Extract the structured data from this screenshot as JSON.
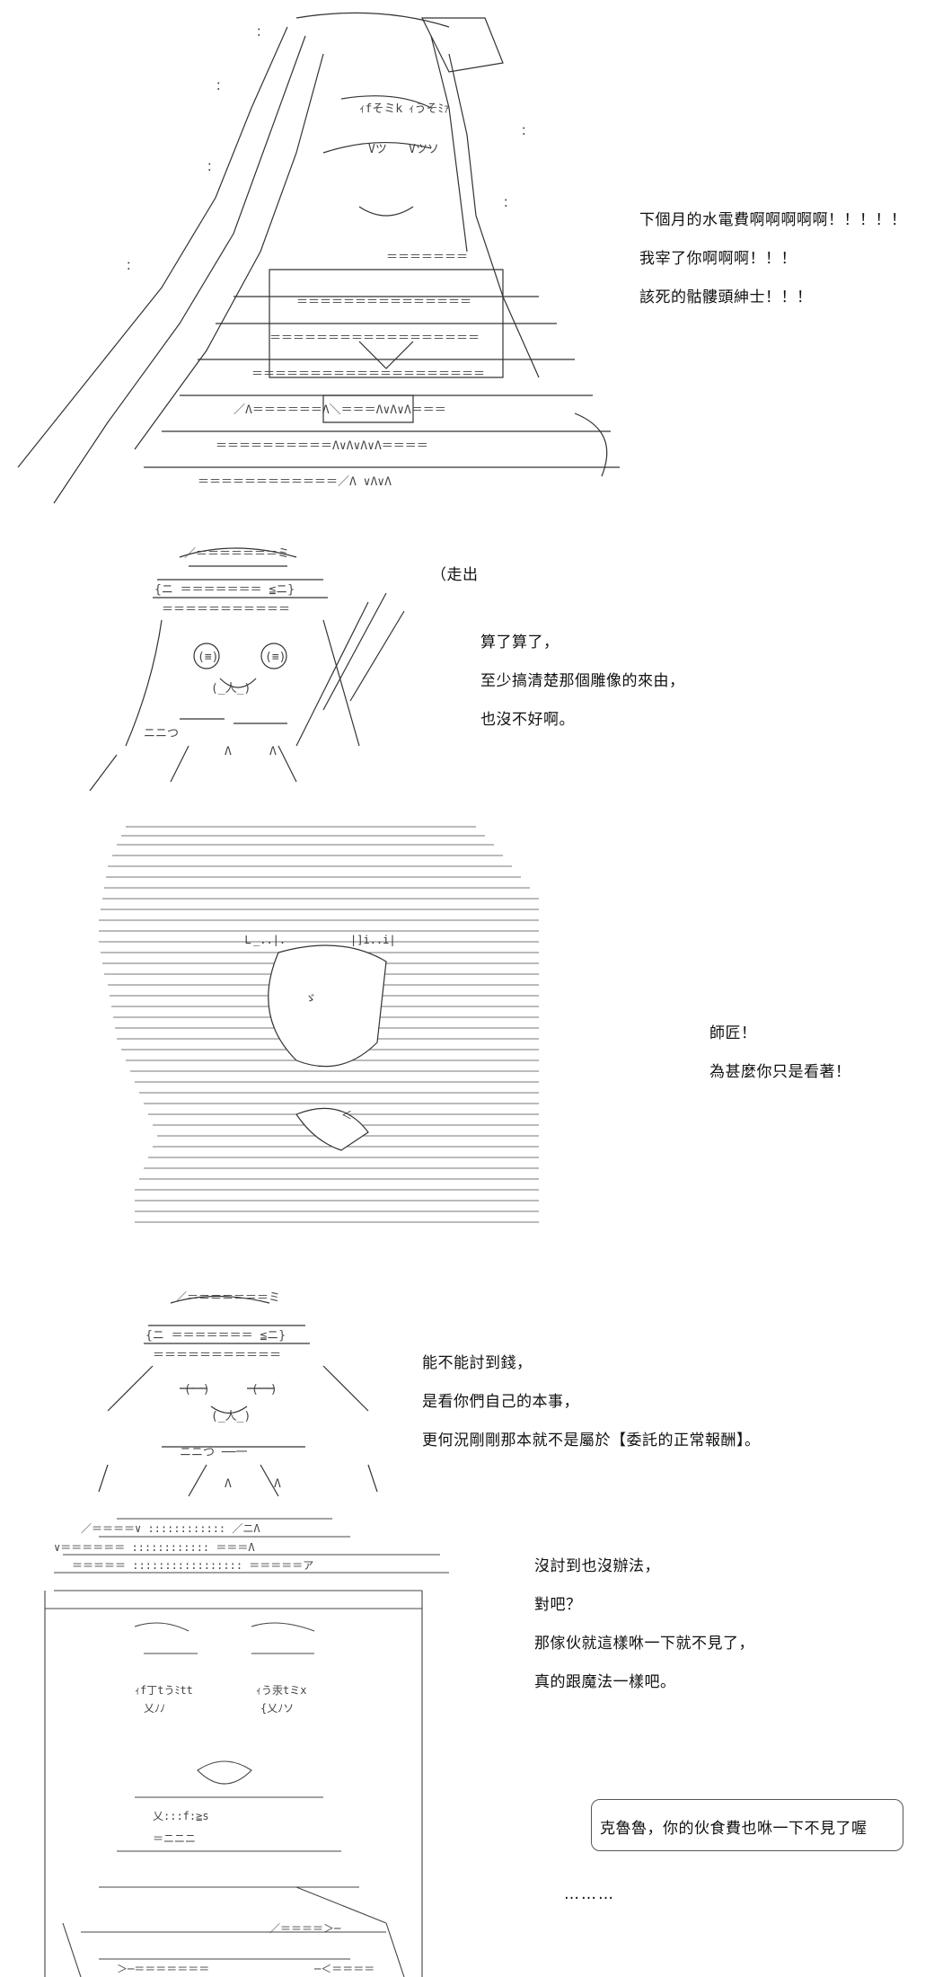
{
  "panels": [
    {
      "lines": [
        "下個月的水電費啊啊啊啊啊！！！！！",
        "我宰了你啊啊啊！！！",
        "該死的骷髏頭紳士！！！"
      ]
    },
    {
      "aside": "（走出",
      "lines": [
        "算了算了，",
        "至少搞清楚那個雕像的來由，",
        "也沒不好啊。"
      ]
    },
    {
      "lines": [
        "師匠！",
        "為甚麼你只是看著！"
      ]
    },
    {
      "lines": [
        "能不能討到錢，",
        "是看你們自己的本事，",
        "更何況剛剛那本就不是屬於【委託的正常報酬】。"
      ]
    },
    {
      "lines": [
        "沒討到也沒辦法，",
        "對吧？",
        "那傢伙就這樣咻一下就不見了，",
        "真的跟魔法一樣吧。"
      ],
      "bubble": "克魯魯，你的伙食費也咻一下不見了喔",
      "trailing": "………"
    }
  ]
}
